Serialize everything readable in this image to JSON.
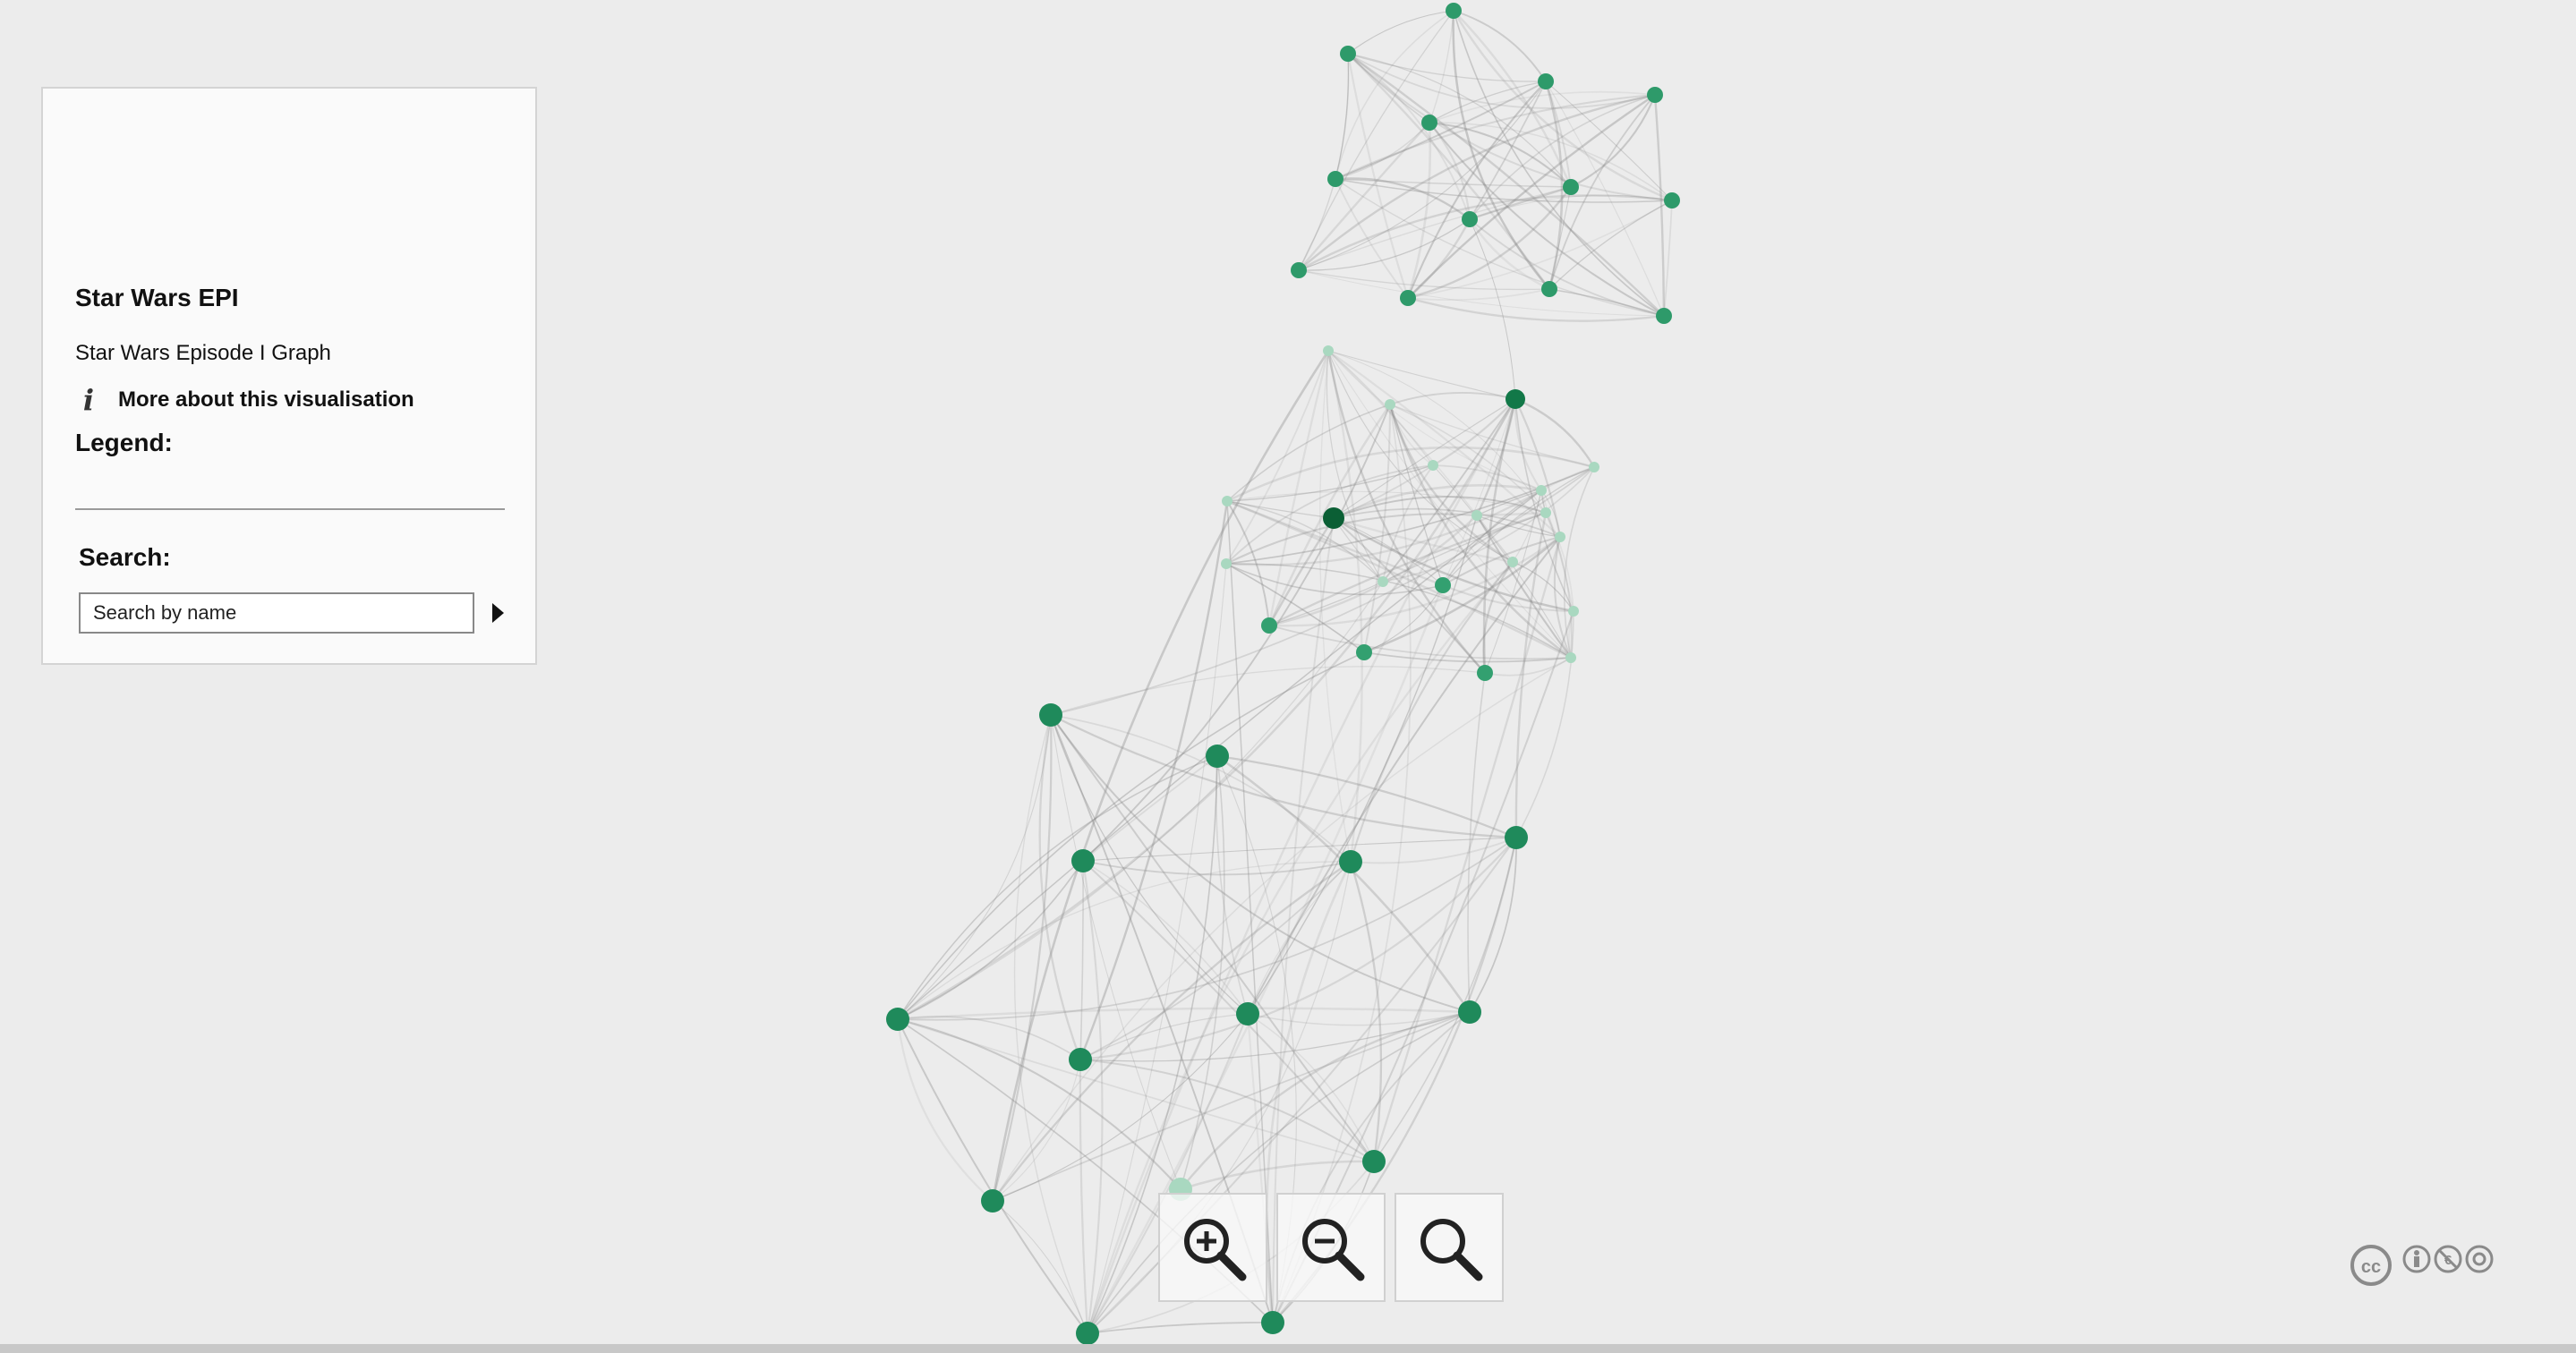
{
  "panel": {
    "title": "Star Wars EPI",
    "subtitle": "Star Wars Episode I Graph",
    "more_info_label": "More about this visualisation",
    "more_info_icon": "info-icon",
    "legend_title": "Legend:",
    "search_title": "Search:",
    "search_placeholder": "Search by name",
    "search_go_icon": "triangle-right-icon"
  },
  "zoom_controls": [
    {
      "name": "zoom-in-button",
      "icon": "zoom-in-icon"
    },
    {
      "name": "zoom-out-button",
      "icon": "zoom-out-icon"
    },
    {
      "name": "zoom-reset-button",
      "icon": "search-icon"
    }
  ],
  "license_badge": {
    "icon": "creative-commons-by-nc-sa-icon"
  },
  "colors": {
    "background": "#ececec",
    "node_strong": "#1f8a5b",
    "node_dark": "#0b5f35",
    "node_light": "#a9d8c0",
    "edge": "#888888"
  }
}
